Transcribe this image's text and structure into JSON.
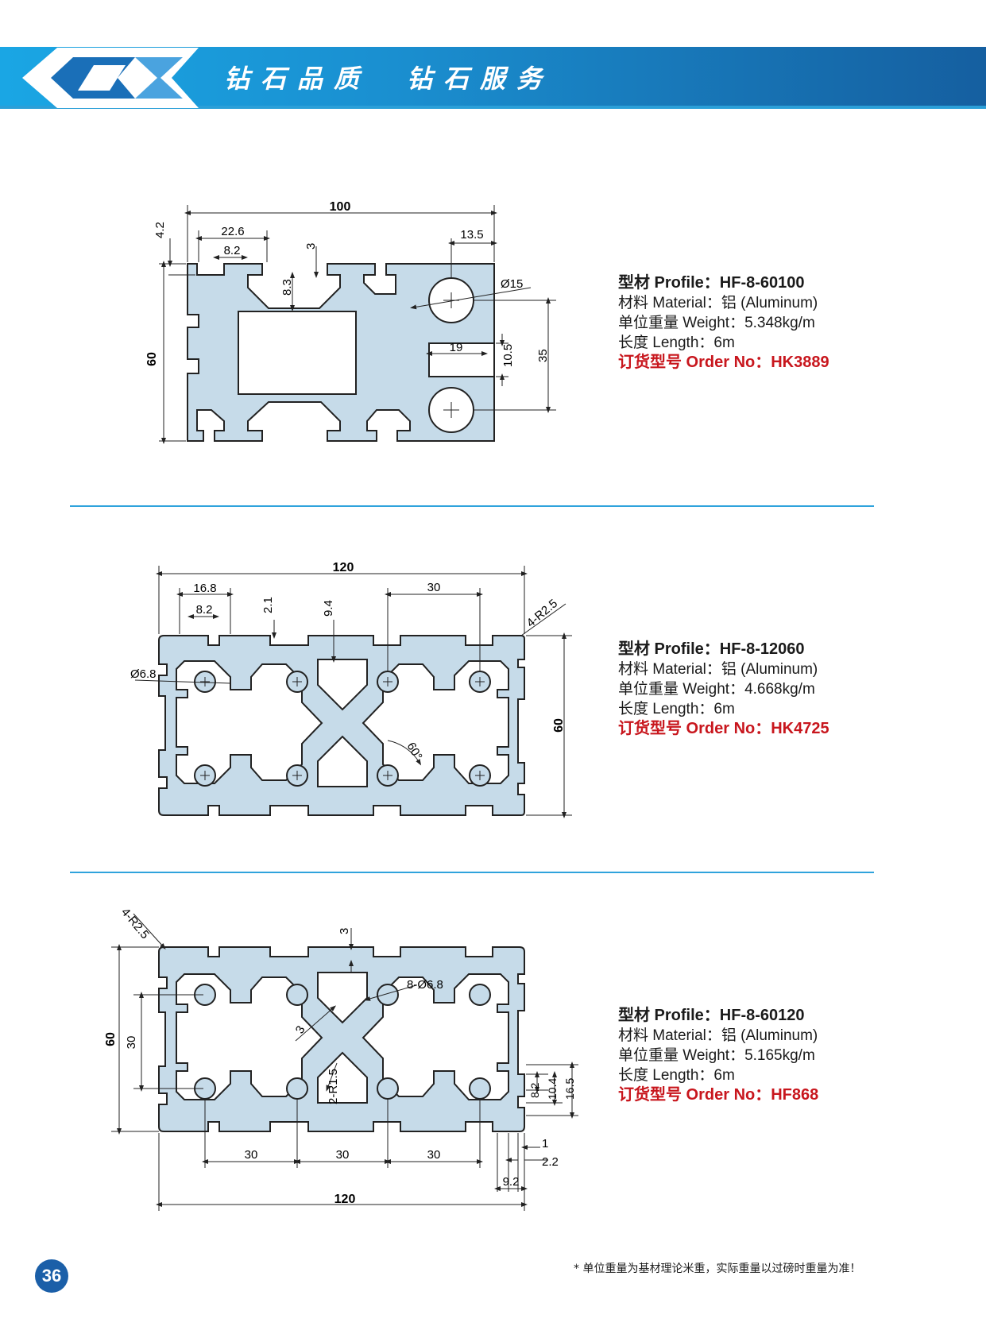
{
  "header": {
    "slogan": "钻石品质　钻石服务",
    "colors": {
      "band": "#1a8fd0",
      "accent": "#155fa0"
    }
  },
  "products": [
    {
      "title": "型材 Profile：HF-8-60100",
      "material": "材料 Material：铝 (Aluminum)",
      "weight": "单位重量 Weight：5.348kg/m",
      "length": "长度 Length：6m",
      "order": "订货型号 Order No：HK3889",
      "dims": {
        "width": "100",
        "height": "60",
        "d1": "22.6",
        "d2": "8.2",
        "d3": "4.2",
        "d4": "3",
        "d5": "8.3",
        "d6": "13.5",
        "d7": "Ø15",
        "d8": "19",
        "d9": "10.5",
        "d10": "35"
      }
    },
    {
      "title": "型材 Profile：HF-8-12060",
      "material": "材料 Material：铝 (Aluminum)",
      "weight": "单位重量 Weight：4.668kg/m",
      "length": "长度 Length：6m",
      "order": "订货型号 Order No：HK4725",
      "dims": {
        "width": "120",
        "height": "60",
        "d1": "16.8",
        "d2": "8.2",
        "d3": "2.1",
        "d4": "9.4",
        "d5": "30",
        "d6": "4-R2.5",
        "d7": "Ø6.8",
        "d8": "60°"
      }
    },
    {
      "title": "型材 Profile：HF-8-60120",
      "material": "材料 Material：铝 (Aluminum)",
      "weight": "单位重量 Weight：5.165kg/m",
      "length": "长度 Length：6m",
      "order": "订货型号 Order No：HF868",
      "dims": {
        "width": "120",
        "height": "60",
        "d1": "4-R2.5",
        "d2": "3",
        "d3": "8-Ø6.8",
        "d4": "30",
        "d5": "3",
        "d6": "2-R1.5",
        "d7": "8.2",
        "d8": "10.4",
        "d9": "16.5",
        "d10": "30",
        "d11": "30",
        "d12": "30",
        "d13": "1",
        "d14": "2.2",
        "d15": "9.2"
      }
    }
  ],
  "footer": {
    "page": "36",
    "note": "* 单位重量为基材理论米重，实际重量以过磅时重量为准！"
  }
}
